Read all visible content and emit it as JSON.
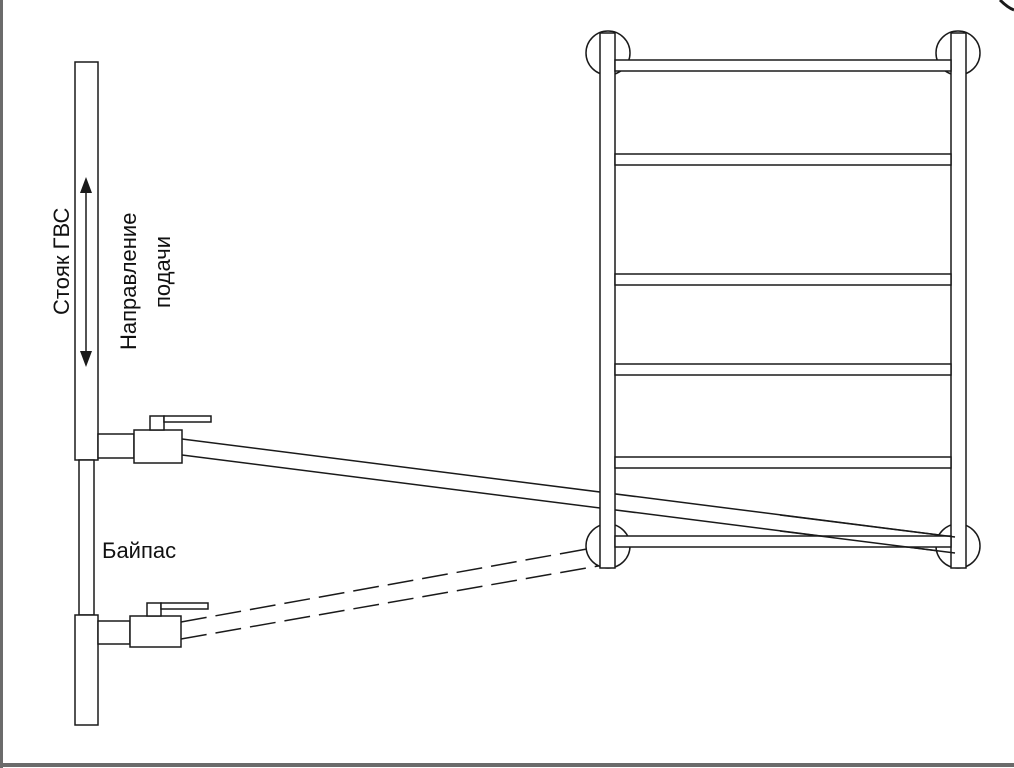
{
  "labels": {
    "riser": "Стояк ГВС",
    "flow_direction_line1": "Направление",
    "flow_direction_line2": "подачи",
    "bypass": "Байпас"
  },
  "colors": {
    "stroke": "#1a1a1a",
    "frame": "#6b6b6b",
    "background": "#ffffff"
  }
}
